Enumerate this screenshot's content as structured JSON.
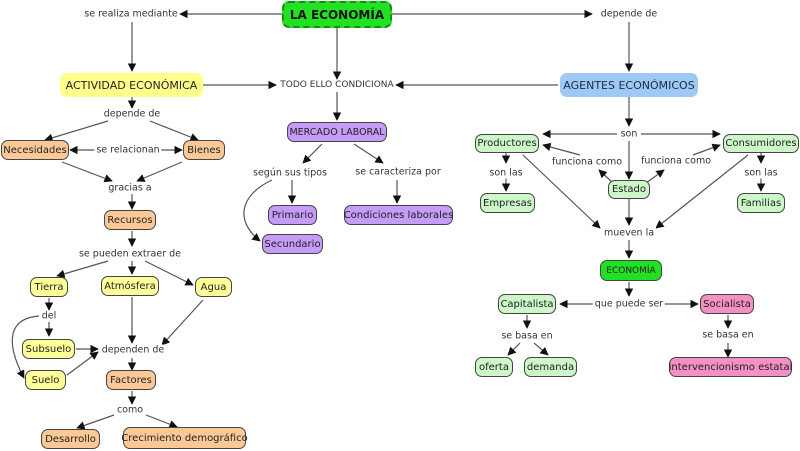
{
  "title": "LA ECONOMÍA",
  "colors": {
    "root": "#22e022",
    "actividad": "#ffff8c",
    "agentes": "#9fc8f5",
    "orange": "#fcc996",
    "purple": "#c59cf7",
    "light_green": "#cdf7c9",
    "pink": "#f590c4",
    "yellow": "#ffff99"
  },
  "nodes": {
    "la_economia": "LA ECONOMÍA",
    "actividad": "ACTIVIDAD ECONÓMICA",
    "agentes": "AGENTES ECONÓMICOS",
    "necesidades": "Necesidades",
    "bienes": "Bienes",
    "recursos": "Recursos",
    "tierra": "Tierra",
    "atmosfera": "Atmósfera",
    "agua": "Agua",
    "subsuelo": "Subsuelo",
    "suelo": "Suelo",
    "factores": "Factores",
    "desarrollo": "Desarrollo",
    "crecimiento": "Crecimiento demográfico",
    "mercado": "MERCADO LABORAL",
    "primario": "Primario",
    "secundario": "Secundario",
    "condiciones": "Condiciones laborales",
    "productores": "Productores",
    "consumidores": "Consumidores",
    "estado": "Estado",
    "empresas": "Empresas",
    "familias": "Familias",
    "economia": "ECONOMÍA",
    "capitalista": "Capitalista",
    "socialista": "Socialista",
    "oferta": "oferta",
    "demanda": "demanda",
    "intervencionismo": "intervencionismo estatal"
  },
  "links": {
    "se_realiza": "se realiza mediante",
    "depende_de_top": "depende de",
    "todo_ello": "TODO ELLO CONDICIONA",
    "depende_de_left": "depende de",
    "se_relacionan": "se relacionan",
    "gracias_a": "gracias a",
    "se_pueden_extraer": "se pueden extraer de",
    "del": "del",
    "dependen_de": "dependen de",
    "como": "como",
    "segun_tipos": "según sus tipos",
    "se_caracteriza": "se caracteriza por",
    "son": "son",
    "funciona_como_left": "funciona como",
    "funciona_como_right": "funciona como",
    "son_las_left": "son las",
    "son_las_right": "son las",
    "mueven_la": "mueven la",
    "que_puede_ser": "que puede ser",
    "se_basa_left": "se basa en",
    "se_basa_right": "se basa en"
  }
}
